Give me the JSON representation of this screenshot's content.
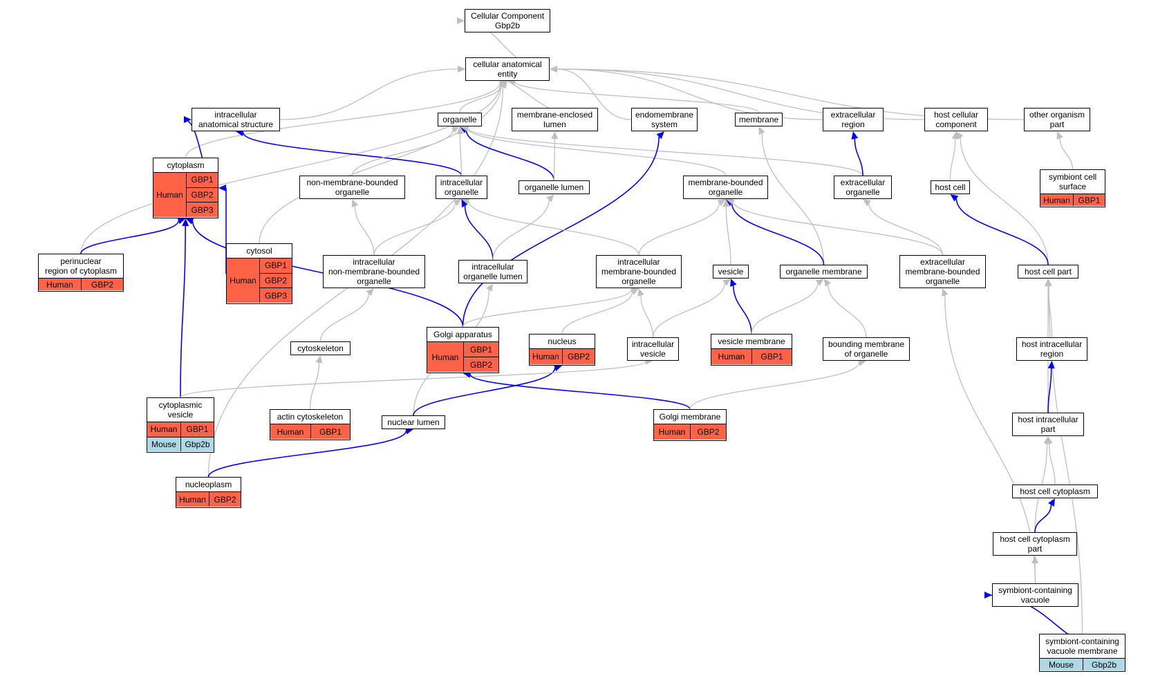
{
  "colors": {
    "human": "#ff6347",
    "mouse": "#add8e6",
    "edge_is_a": "#bfbfbf",
    "edge_part_of": "#0000ff"
  },
  "nodes": {
    "cc_root": {
      "lines": [
        "Cellular Component",
        "Gbp2b"
      ]
    },
    "cae": {
      "lines": [
        "cellular anatomical",
        "entity"
      ]
    },
    "ias": {
      "lines": [
        "intracellular",
        "anatomical structure"
      ]
    },
    "organelle": {
      "lines": [
        "organelle"
      ]
    },
    "mel": {
      "lines": [
        "membrane-enclosed",
        "lumen"
      ]
    },
    "endo": {
      "lines": [
        "endomembrane",
        "system"
      ]
    },
    "membrane": {
      "lines": [
        "membrane"
      ]
    },
    "er": {
      "lines": [
        "extracellular",
        "region"
      ]
    },
    "hcc": {
      "lines": [
        "host cellular",
        "component"
      ]
    },
    "oop": {
      "lines": [
        "other organism",
        "part"
      ]
    },
    "cytoplasm": {
      "lines": [
        "cytoplasm"
      ],
      "species": [
        {
          "name": "Human",
          "genes": [
            "GBP1",
            "GBP2",
            "GBP3"
          ]
        }
      ]
    },
    "nmbo": {
      "lines": [
        "non-membrane-bounded",
        "organelle"
      ]
    },
    "io": {
      "lines": [
        "intracellular",
        "organelle"
      ]
    },
    "ol": {
      "lines": [
        "organelle lumen"
      ]
    },
    "mbo": {
      "lines": [
        "membrane-bounded",
        "organelle"
      ]
    },
    "eo": {
      "lines": [
        "extracellular",
        "organelle"
      ]
    },
    "hostcell": {
      "lines": [
        "host cell"
      ]
    },
    "scs": {
      "lines": [
        "symbiont cell",
        "surface"
      ],
      "species": [
        {
          "name": "Human",
          "genes": [
            "GBP1"
          ]
        }
      ]
    },
    "perinuc": {
      "lines": [
        "perinuclear",
        "region of cytoplasm"
      ],
      "species": [
        {
          "name": "Human",
          "genes": [
            "GBP2"
          ]
        }
      ]
    },
    "cytosol": {
      "lines": [
        "cytosol"
      ],
      "species": [
        {
          "name": "Human",
          "genes": [
            "GBP1",
            "GBP2",
            "GBP3"
          ]
        }
      ]
    },
    "inmbo": {
      "lines": [
        "intracellular",
        "non-membrane-bounded",
        "organelle"
      ]
    },
    "iol": {
      "lines": [
        "intracellular",
        "organelle lumen"
      ]
    },
    "imbo": {
      "lines": [
        "intracellular",
        "membrane-bounded",
        "organelle"
      ]
    },
    "vesicle": {
      "lines": [
        "vesicle"
      ]
    },
    "om": {
      "lines": [
        "organelle membrane"
      ]
    },
    "embo": {
      "lines": [
        "extracellular",
        "membrane-bounded",
        "organelle"
      ]
    },
    "hcp": {
      "lines": [
        "host cell part"
      ]
    },
    "golgi": {
      "lines": [
        "Golgi apparatus"
      ],
      "species": [
        {
          "name": "Human",
          "genes": [
            "GBP1",
            "GBP2"
          ]
        }
      ]
    },
    "nucleus": {
      "lines": [
        "nucleus"
      ],
      "species": [
        {
          "name": "Human",
          "genes": [
            "GBP2"
          ]
        }
      ]
    },
    "iv": {
      "lines": [
        "intracellular",
        "vesicle"
      ]
    },
    "vm": {
      "lines": [
        "vesicle membrane"
      ],
      "species": [
        {
          "name": "Human",
          "genes": [
            "GBP1"
          ]
        }
      ]
    },
    "bmo": {
      "lines": [
        "bounding membrane",
        "of organelle"
      ]
    },
    "hir": {
      "lines": [
        "host intracellular",
        "region"
      ]
    },
    "cytoskeleton": {
      "lines": [
        "cytoskeleton"
      ]
    },
    "cv": {
      "lines": [
        "cytoplasmic",
        "vesicle"
      ],
      "species": [
        {
          "name": "Human",
          "genes": [
            "GBP1"
          ]
        },
        {
          "name": "Mouse",
          "genes": [
            "Gbp2b"
          ]
        }
      ]
    },
    "actin": {
      "lines": [
        "actin cytoskeleton"
      ],
      "species": [
        {
          "name": "Human",
          "genes": [
            "GBP1"
          ]
        }
      ]
    },
    "nl": {
      "lines": [
        "nuclear lumen"
      ]
    },
    "gm": {
      "lines": [
        "Golgi membrane"
      ],
      "species": [
        {
          "name": "Human",
          "genes": [
            "GBP2"
          ]
        }
      ]
    },
    "hip": {
      "lines": [
        "host intracellular",
        "part"
      ]
    },
    "nucleoplasm": {
      "lines": [
        "nucleoplasm"
      ],
      "species": [
        {
          "name": "Human",
          "genes": [
            "GBP2"
          ]
        }
      ]
    },
    "hcyt": {
      "lines": [
        "host cell cytoplasm"
      ]
    },
    "hcytp": {
      "lines": [
        "host cell cytoplasm",
        "part"
      ]
    },
    "scv": {
      "lines": [
        "symbiont-containing",
        "vacuole"
      ]
    },
    "scvm": {
      "lines": [
        "symbiont-containing",
        "vacuole membrane"
      ],
      "species": [
        {
          "name": "Mouse",
          "genes": [
            "Gbp2b"
          ]
        }
      ]
    }
  },
  "edges": [
    {
      "from": "cae",
      "to": "cc_root",
      "type": "is_a"
    },
    {
      "from": "ias",
      "to": "cae",
      "type": "is_a"
    },
    {
      "from": "organelle",
      "to": "cae",
      "type": "is_a"
    },
    {
      "from": "mel",
      "to": "cae",
      "type": "is_a"
    },
    {
      "from": "endo",
      "to": "cae",
      "type": "is_a"
    },
    {
      "from": "membrane",
      "to": "cae",
      "type": "is_a"
    },
    {
      "from": "er",
      "to": "cae",
      "type": "is_a"
    },
    {
      "from": "hcc",
      "to": "cae",
      "type": "is_a"
    },
    {
      "from": "oop",
      "to": "cae",
      "type": "is_a"
    },
    {
      "from": "cytoplasm",
      "to": "cae",
      "type": "is_a"
    },
    {
      "from": "cytosol",
      "to": "cae",
      "type": "is_a"
    },
    {
      "from": "perinuc",
      "to": "cae",
      "type": "is_a"
    },
    {
      "from": "nucleoplasm",
      "to": "cae",
      "type": "is_a"
    },
    {
      "from": "cytoplasm",
      "to": "ias",
      "type": "part_of"
    },
    {
      "from": "io",
      "to": "ias",
      "type": "part_of"
    },
    {
      "from": "nmbo",
      "to": "organelle",
      "type": "is_a"
    },
    {
      "from": "io",
      "to": "organelle",
      "type": "is_a"
    },
    {
      "from": "ol",
      "to": "organelle",
      "type": "part_of"
    },
    {
      "from": "mbo",
      "to": "organelle",
      "type": "is_a"
    },
    {
      "from": "eo",
      "to": "organelle",
      "type": "is_a"
    },
    {
      "from": "ol",
      "to": "mel",
      "type": "is_a"
    },
    {
      "from": "golgi",
      "to": "endo",
      "type": "part_of"
    },
    {
      "from": "om",
      "to": "membrane",
      "type": "is_a"
    },
    {
      "from": "eo",
      "to": "er",
      "type": "part_of"
    },
    {
      "from": "hostcell",
      "to": "hcc",
      "type": "is_a"
    },
    {
      "from": "hcp",
      "to": "hcc",
      "type": "is_a"
    },
    {
      "from": "scs",
      "to": "oop",
      "type": "is_a"
    },
    {
      "from": "perinuc",
      "to": "cytoplasm",
      "type": "part_of"
    },
    {
      "from": "cytosol",
      "to": "cytoplasm",
      "type": "part_of"
    },
    {
      "from": "golgi",
      "to": "cytoplasm",
      "type": "part_of"
    },
    {
      "from": "cv",
      "to": "cytoplasm",
      "type": "part_of"
    },
    {
      "from": "inmbo",
      "to": "nmbo",
      "type": "is_a"
    },
    {
      "from": "inmbo",
      "to": "io",
      "type": "is_a"
    },
    {
      "from": "iol",
      "to": "io",
      "type": "part_of"
    },
    {
      "from": "imbo",
      "to": "io",
      "type": "is_a"
    },
    {
      "from": "iol",
      "to": "ol",
      "type": "is_a"
    },
    {
      "from": "imbo",
      "to": "mbo",
      "type": "is_a"
    },
    {
      "from": "vesicle",
      "to": "mbo",
      "type": "is_a"
    },
    {
      "from": "om",
      "to": "mbo",
      "type": "part_of"
    },
    {
      "from": "embo",
      "to": "mbo",
      "type": "is_a"
    },
    {
      "from": "embo",
      "to": "eo",
      "type": "is_a"
    },
    {
      "from": "hcp",
      "to": "hostcell",
      "type": "part_of"
    },
    {
      "from": "cytoskeleton",
      "to": "inmbo",
      "type": "is_a"
    },
    {
      "from": "nl",
      "to": "iol",
      "type": "is_a"
    },
    {
      "from": "golgi",
      "to": "imbo",
      "type": "is_a"
    },
    {
      "from": "nucleus",
      "to": "imbo",
      "type": "is_a"
    },
    {
      "from": "iv",
      "to": "imbo",
      "type": "is_a"
    },
    {
      "from": "iv",
      "to": "vesicle",
      "type": "is_a"
    },
    {
      "from": "vm",
      "to": "vesicle",
      "type": "part_of"
    },
    {
      "from": "vm",
      "to": "om",
      "type": "is_a"
    },
    {
      "from": "bmo",
      "to": "om",
      "type": "is_a"
    },
    {
      "from": "scv",
      "to": "embo",
      "type": "is_a"
    },
    {
      "from": "hir",
      "to": "hcp",
      "type": "is_a"
    },
    {
      "from": "hip",
      "to": "hcp",
      "type": "is_a"
    },
    {
      "from": "scvm",
      "to": "hcp",
      "type": "is_a"
    },
    {
      "from": "nl",
      "to": "nucleus",
      "type": "part_of"
    },
    {
      "from": "actin",
      "to": "cytoskeleton",
      "type": "is_a"
    },
    {
      "from": "cv",
      "to": "iv",
      "type": "is_a"
    },
    {
      "from": "gm",
      "to": "golgi",
      "type": "part_of"
    },
    {
      "from": "gm",
      "to": "bmo",
      "type": "is_a"
    },
    {
      "from": "hip",
      "to": "hir",
      "type": "part_of"
    },
    {
      "from": "nucleoplasm",
      "to": "nl",
      "type": "part_of"
    },
    {
      "from": "hcyt",
      "to": "hip",
      "type": "is_a"
    },
    {
      "from": "hcytp",
      "to": "hip",
      "type": "is_a"
    },
    {
      "from": "hcytp",
      "to": "hcyt",
      "type": "part_of"
    },
    {
      "from": "scv",
      "to": "hcytp",
      "type": "is_a"
    },
    {
      "from": "scvm",
      "to": "scv",
      "type": "part_of"
    }
  ]
}
